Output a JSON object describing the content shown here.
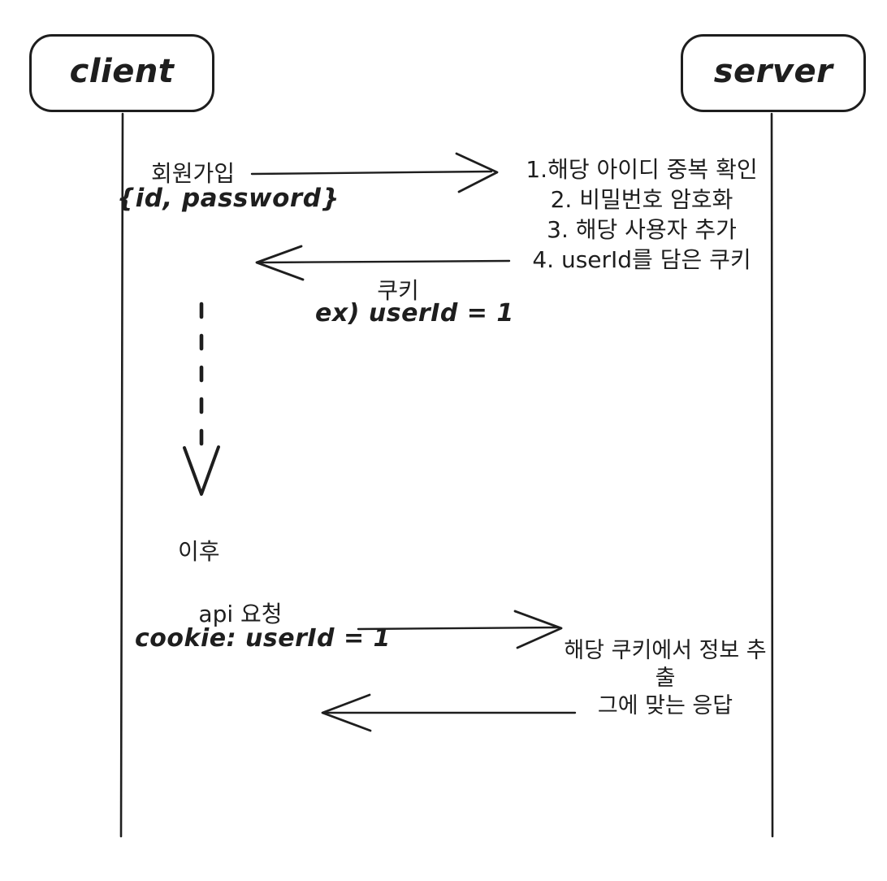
{
  "colors": {
    "stroke": "#1e1e1e",
    "background": "#ffffff"
  },
  "actors": {
    "client_label": "client",
    "server_label": "server"
  },
  "signup_flow": {
    "request_label": "회원가입",
    "request_payload": "{id, password}",
    "server_steps": [
      "1.해당 아이디 중복 확인",
      "2. 비밀번호 암호화",
      "3. 해당 사용자 추가",
      "4. userId를 담은 쿠키"
    ],
    "response_label": "쿠키",
    "response_example": "ex) userId = 1"
  },
  "time_gap_label": "이후",
  "api_flow": {
    "request_label": "api 요청",
    "request_cookie": "cookie: userId = 1",
    "server_step_1": "해당 쿠키에서 정보 추출",
    "server_step_2": "그에 맞는 응답"
  }
}
